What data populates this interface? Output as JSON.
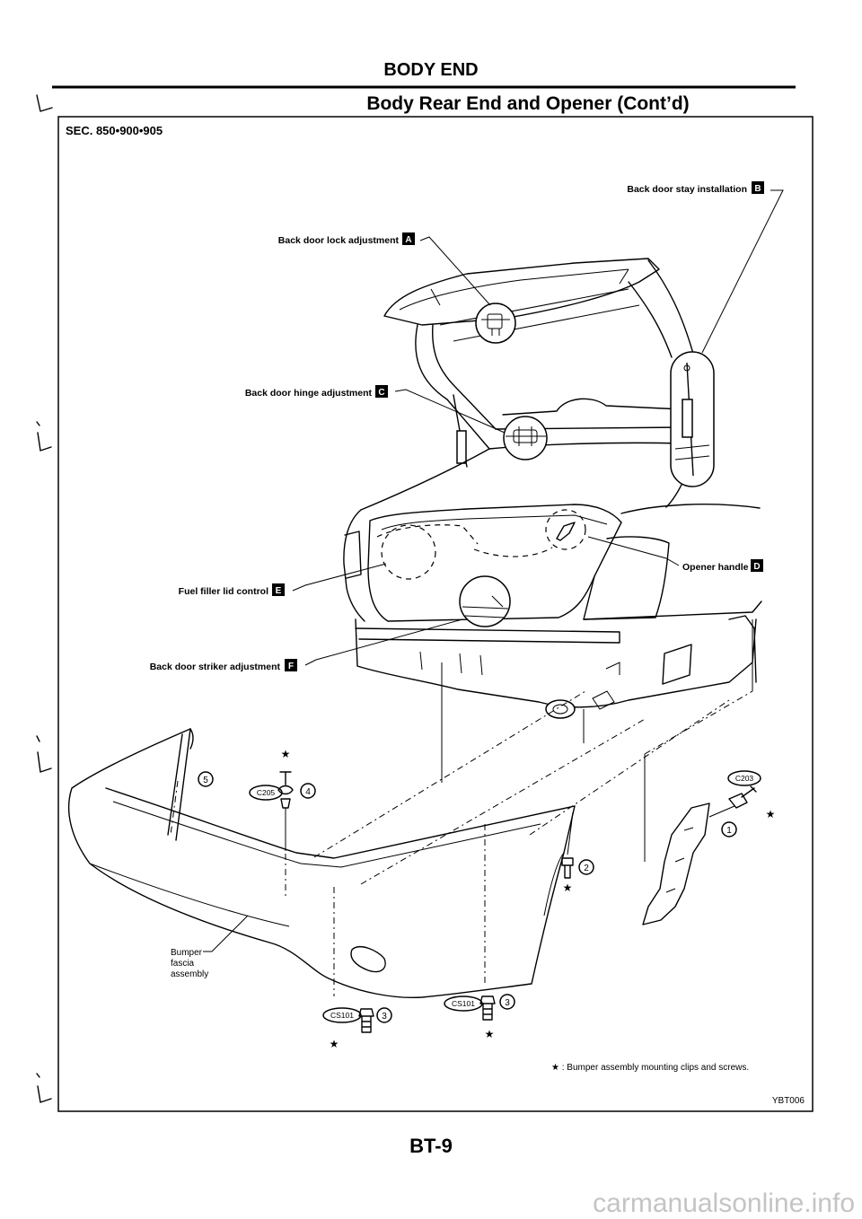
{
  "page": {
    "section_heading": "BODY END",
    "title": "Body Rear End and Opener (Cont’d)",
    "sec_ref": "SEC. 850•900•905",
    "page_number": "BT-9",
    "watermark": "carmanualsonline.info"
  },
  "figure": {
    "figure_id": "YBT006",
    "callouts": {
      "stay": {
        "label": "Back door stay installation",
        "key": "B"
      },
      "lock": {
        "label": "Back door lock adjustment",
        "key": "A"
      },
      "hinge": {
        "label": "Back door hinge adjustment",
        "key": "C"
      },
      "opener": {
        "label": "Opener handle",
        "key": "D"
      },
      "fuel": {
        "label": "Fuel filler lid control",
        "key": "E"
      },
      "striker": {
        "label": "Back door striker adjustment",
        "key": "F"
      }
    },
    "bumper_label": {
      "line1": "Bumper",
      "line2": "fascia",
      "line3": "assembly"
    },
    "parts": {
      "p5": "5",
      "p4": "4",
      "p2": "2",
      "p1": "1",
      "p3_left": "3",
      "p3_right": "3"
    },
    "clips": {
      "c205": "C205",
      "c203": "C203",
      "cs101_left": "CS101",
      "cs101_right": "CS101"
    },
    "star": "★",
    "legend": "★ : Bumper assembly mounting clips and screws."
  }
}
